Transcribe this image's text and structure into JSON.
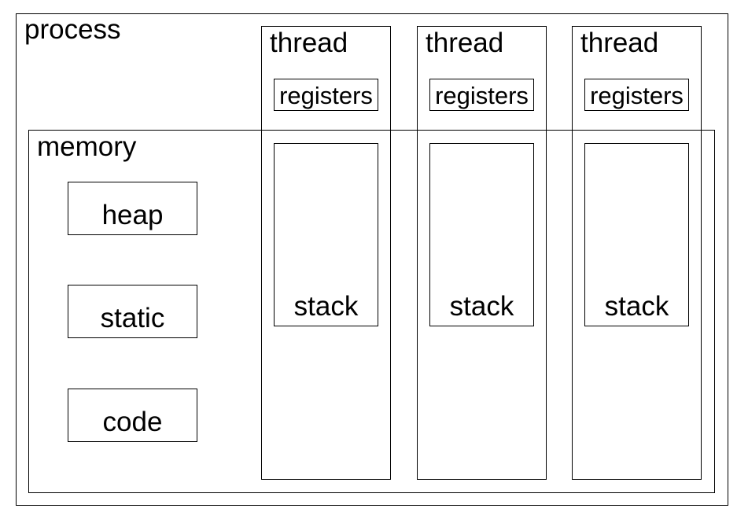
{
  "process": {
    "label": "process"
  },
  "memory": {
    "label": "memory",
    "segments": [
      {
        "label": "heap"
      },
      {
        "label": "static"
      },
      {
        "label": "code"
      }
    ]
  },
  "threads": [
    {
      "label": "thread",
      "registers": "registers",
      "stack": "stack"
    },
    {
      "label": "thread",
      "registers": "registers",
      "stack": "stack"
    },
    {
      "label": "thread",
      "registers": "registers",
      "stack": "stack"
    }
  ]
}
